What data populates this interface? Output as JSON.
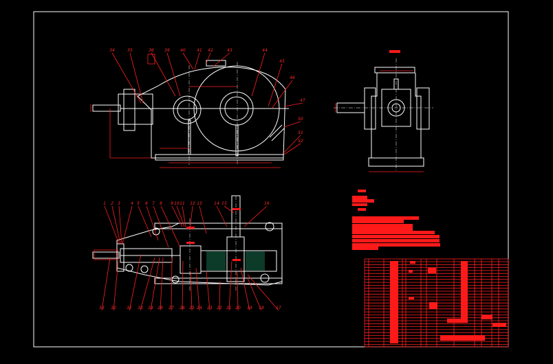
{
  "drawing": {
    "colors": {
      "background": "#000000",
      "geometry": "#ffffff",
      "annotation": "#ff1a1a"
    },
    "front_view_balloons": [
      "34",
      "35",
      "36",
      "39",
      "40",
      "41",
      "42",
      "43",
      "44",
      "45",
      "46",
      "47",
      "50",
      "51",
      "52"
    ],
    "plan_view_top_balloons": [
      "1",
      "2",
      "3",
      "4",
      "5",
      "6",
      "7",
      "8",
      "9",
      "10",
      "11",
      "12",
      "13",
      "14",
      "15",
      "16"
    ],
    "plan_view_bottom_balloons": [
      "33",
      "32",
      "31",
      "30",
      "29",
      "28",
      "27",
      "26",
      "25",
      "24",
      "23",
      "22",
      "21",
      "20",
      "19",
      "18",
      "17"
    ]
  }
}
